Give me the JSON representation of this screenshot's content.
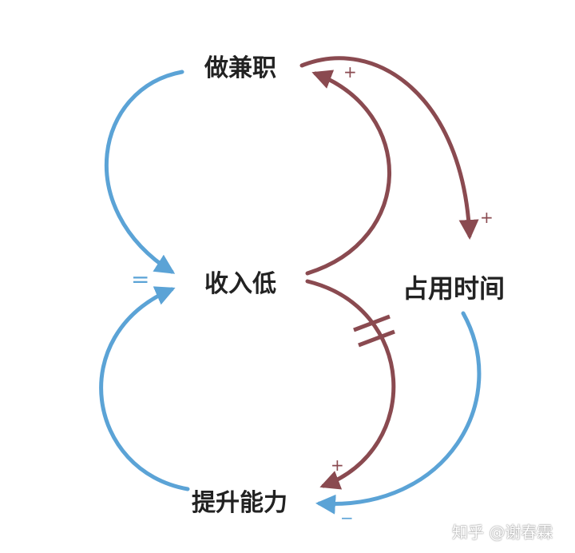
{
  "colors": {
    "positive_link": "#8a4a50",
    "negative_link": "#5ba3d6",
    "text": "#222222"
  },
  "nodes": {
    "side_job": "做兼职",
    "low_income": "收入低",
    "time_taken": "占用时间",
    "improve_ability": "提升能力"
  },
  "links": [
    {
      "from": "做兼职",
      "to": "收入低",
      "polarity": "−"
    },
    {
      "from": "收入低",
      "to": "做兼职",
      "polarity": "+"
    },
    {
      "from": "做兼职",
      "to": "占用时间",
      "polarity": "+"
    },
    {
      "from": "收入低",
      "to": "提升能力",
      "polarity": "+",
      "delay": true
    },
    {
      "from": "提升能力",
      "to": "收入低",
      "polarity": "−"
    },
    {
      "from": "占用时间",
      "to": "提升能力",
      "polarity": "−"
    }
  ],
  "signs": {
    "plus": "+",
    "minus": "−",
    "double_minus": "="
  },
  "watermark": "知乎 @谢春霖"
}
